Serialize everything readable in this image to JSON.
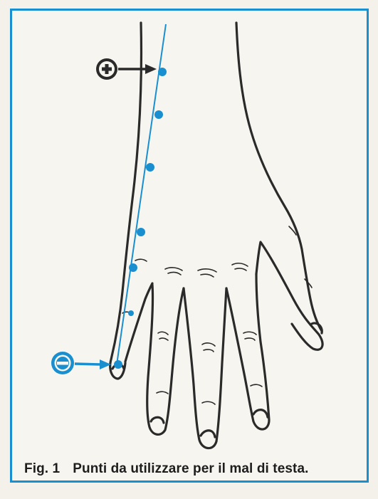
{
  "figure": {
    "label": "Fig. 1",
    "caption": "Punti da utilizzare per il mal di testa."
  },
  "markers": {
    "positive": {
      "symbol": "+",
      "icon": "plus-marker-icon"
    },
    "negative": {
      "symbol": "−",
      "icon": "minus-marker-icon"
    }
  },
  "colors": {
    "accent_blue": "#1a8fd0",
    "outline": "#2a2a2a",
    "background": "#f7f5ef"
  },
  "points_count": 7
}
